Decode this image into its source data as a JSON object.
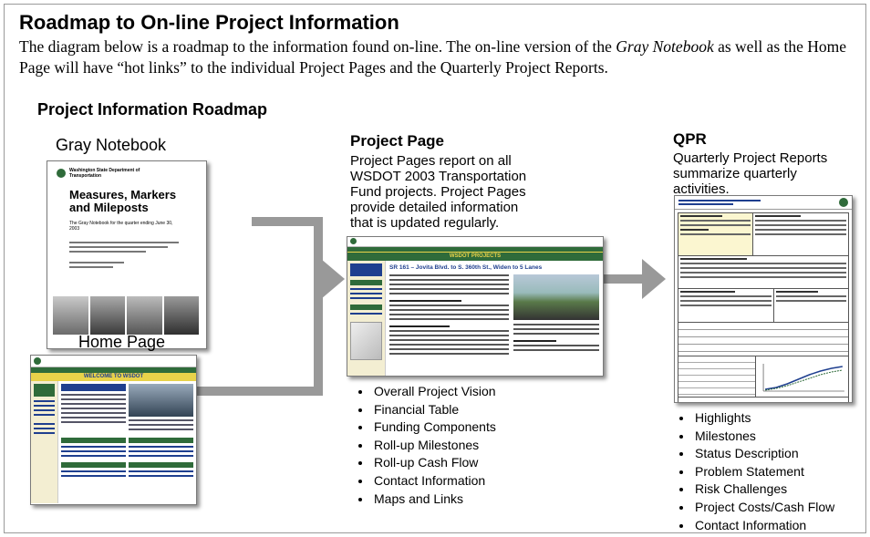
{
  "header": {
    "title": "Roadmap to On-line Project Information",
    "intro_before": "The diagram below is a roadmap to the information found on-line.   The on-line version of the ",
    "intro_italic": "Gray Notebook",
    "intro_after": " as well as the Home Page will have “hot links” to the individual Project Pages and the Quarterly Project Reports."
  },
  "roadmap": {
    "heading": "Project Information Roadmap",
    "gray_notebook": {
      "label": "Gray Notebook",
      "agency": "Washington State Department of Transportation",
      "cover_title": "Measures, Markers and Mileposts",
      "cover_subtitle": "The Gray Notebook for the quarter ending June 30, 2003"
    },
    "home_page": {
      "label": "Home Page",
      "banner": "WELCOME TO WSDOT"
    },
    "project_page": {
      "heading": "Project Page",
      "description": "Project Pages report on all WSDOT 2003 Transportation Fund projects.  Project Pages provide detailed information that is updated regularly.",
      "banner": "WSDOT PROJECTS",
      "project_title": "SR 161 – Jovita Blvd. to S. 360th St., Widen to 5 Lanes",
      "items": [
        "Overall Project Vision",
        "Financial Table",
        "Funding Components",
        "Roll-up Milestones",
        "Roll-up Cash Flow",
        "Contact Information",
        "Maps and Links"
      ]
    },
    "qpr": {
      "heading": "QPR",
      "description": "Quarterly Project Reports summarize quarterly activities.",
      "items": [
        "Highlights",
        "Milestones",
        "Status Description",
        "Problem Statement",
        "Risk Challenges",
        "Project Costs/Cash Flow",
        "Contact Information"
      ]
    }
  },
  "colors": {
    "arrow": "#999999",
    "wsdot_green": "#2f6b3a",
    "wsdot_yellow": "#e8d24a",
    "wsdot_blue": "#1f3f8f"
  }
}
